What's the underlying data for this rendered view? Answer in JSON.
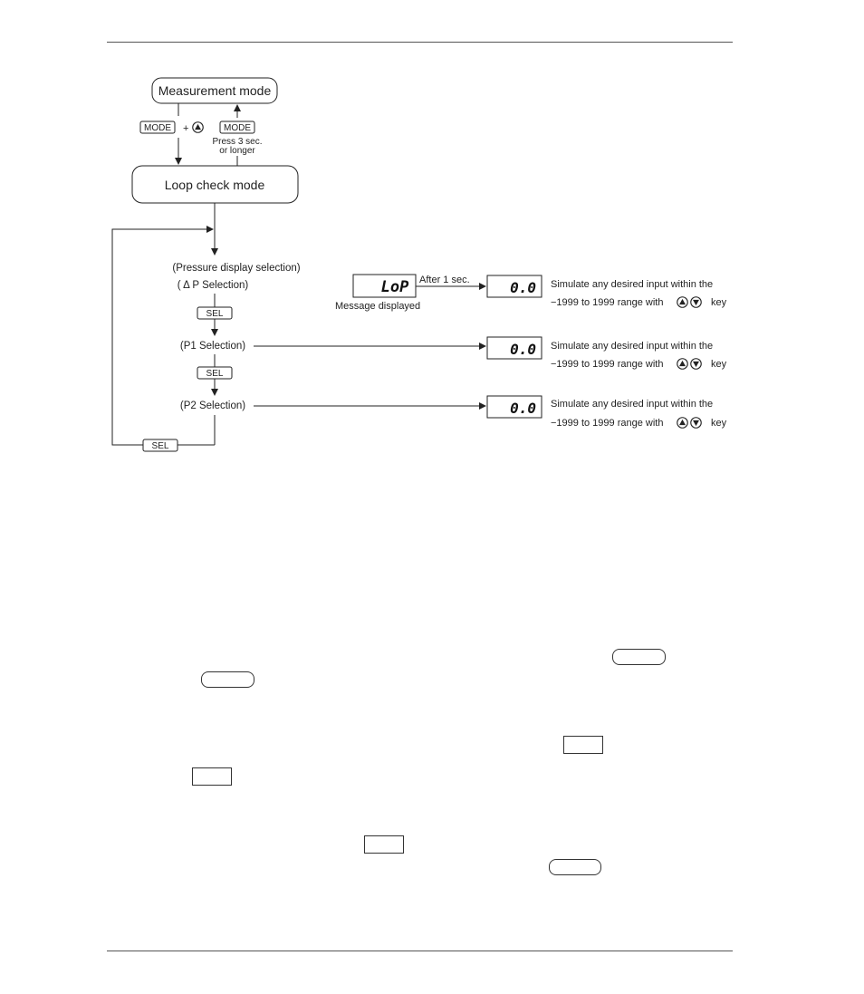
{
  "diagram": {
    "measurement_mode": "Measurement mode",
    "loop_check_mode": "Loop check mode",
    "mode_key": "MODE",
    "plus": "+",
    "press_3_sec_line1": "Press 3 sec.",
    "press_3_sec_line2": "or longer",
    "pressure_display_selection": "(Pressure display selection)",
    "dp_selection": "( Δ P Selection)",
    "p1_selection": "(P1 Selection)",
    "p2_selection": "(P2 Selection)",
    "sel_key": "SEL",
    "lop_display": "LoP",
    "after_1_sec": "After 1 sec.",
    "message_displayed": "Message displayed",
    "zero_display": "0.0",
    "simulate_line1": "Simulate any desired input within the",
    "simulate_line2": "−1999 to 1999 range with",
    "key_word": "key",
    "up_key_icon": "up-triangle-circle",
    "down_key_icon": "down-triangle-circle"
  }
}
